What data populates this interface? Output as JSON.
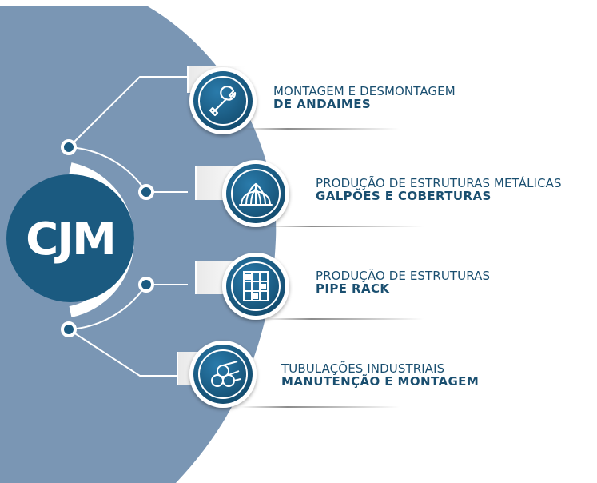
{
  "logo": {
    "text": "CJM",
    "color": "#1b5a80"
  },
  "colors": {
    "background": "#7a96b4",
    "accent": "#1b5a80",
    "line": "#ffffff",
    "text": "#1a4f70"
  },
  "services": [
    {
      "icon": "wrench-icon",
      "line1": "MONTAGEM E DESMONTAGEM",
      "line2": "DE ANDAIMES"
    },
    {
      "icon": "dome-structure-icon",
      "line1": "PRODUÇÃO DE ESTRUTURAS METÁLICAS",
      "line2": "GALPÕES E COBERTURAS"
    },
    {
      "icon": "pipe-rack-icon",
      "line1": "PRODUÇÃO DE ESTRUTURAS",
      "line2": "PIPE RACK"
    },
    {
      "icon": "pipes-icon",
      "line1": "TUBULAÇÕES INDUSTRIAIS",
      "line2": "MANUTENÇÃO E MONTAGEM"
    }
  ]
}
